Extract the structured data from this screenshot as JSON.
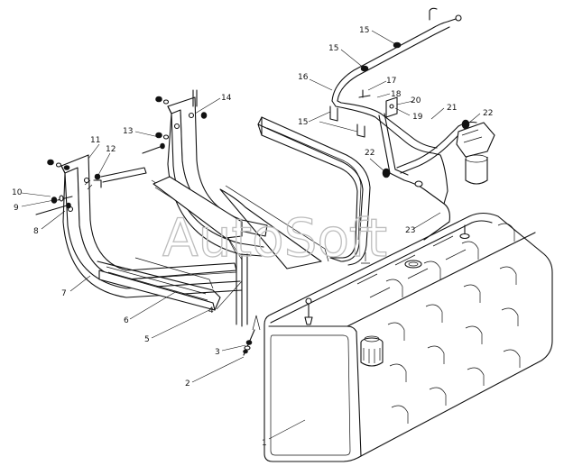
{
  "watermark": "AutoSoft",
  "labels": {
    "l1": "1",
    "l2": "2",
    "l3": "3",
    "l4": "4",
    "l5": "5",
    "l6": "6",
    "l7": "7",
    "l8": "8",
    "l9": "9",
    "l10": "10",
    "l11": "11",
    "l12": "12",
    "l13": "13",
    "l14": "14",
    "l15a": "15",
    "l15b": "15",
    "l15c": "15",
    "l16": "16",
    "l17": "17",
    "l18": "18",
    "l19": "19",
    "l20": "20",
    "l21": "21",
    "l22a": "22",
    "l22b": "22",
    "l23": "23"
  }
}
